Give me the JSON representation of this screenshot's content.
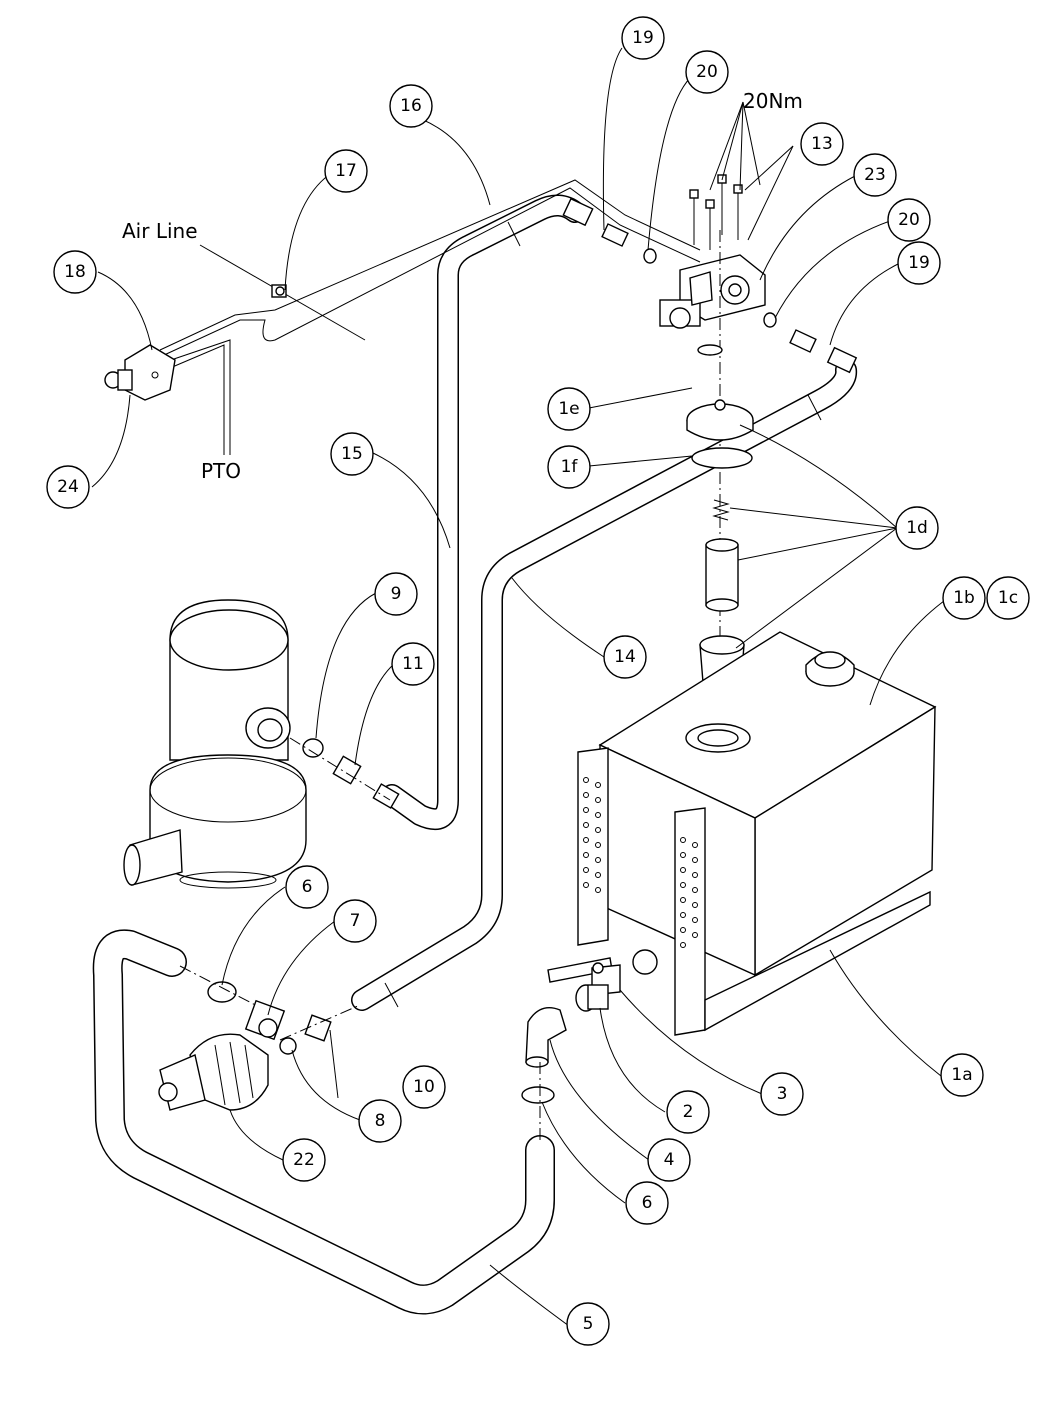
{
  "labels": {
    "air_line": "Air Line",
    "pto": "PTO",
    "torque": "20Nm"
  },
  "callouts": {
    "c19a": "19",
    "c20a": "20",
    "c16": "16",
    "c13": "13",
    "c23": "23",
    "c20b": "20",
    "c19b": "19",
    "c17": "17",
    "c18": "18",
    "c24": "24",
    "c1e": "1e",
    "c1f": "1f",
    "c1d": "1d",
    "c15": "15",
    "c14": "14",
    "c9": "9",
    "c11": "11",
    "c1b": "1b",
    "c1c": "1c",
    "c6a": "6",
    "c7": "7",
    "c10": "10",
    "c8": "8",
    "c22": "22",
    "c2": "2",
    "c3": "3",
    "c4": "4",
    "c6b": "6",
    "c1a": "1a",
    "c5": "5"
  }
}
